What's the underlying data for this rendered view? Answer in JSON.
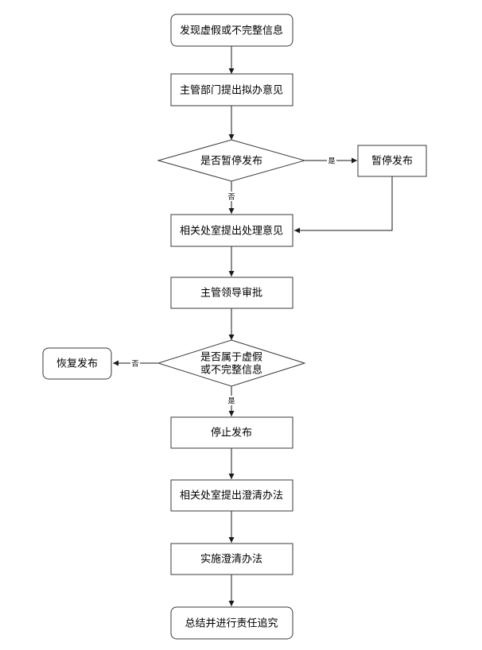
{
  "nodes": {
    "discover": "发现虚假或不完整信息",
    "draft_opinion": "主管部门提出拟办意见",
    "suspend_decision": "是否暂停发布",
    "suspend": "暂停发布",
    "handling_opinion": "相关处室提出处理意见",
    "leader_approval": "主管领导审批",
    "false_decision_line1": "是否属于虚假",
    "false_decision_line2": "或不完整信息",
    "resume": "恢复发布",
    "stop": "停止发布",
    "clarify_method": "相关处室提出澄清办法",
    "implement": "实施澄清办法",
    "summarize": "总结并进行责任追究"
  },
  "edges": {
    "suspend_yes": "是",
    "suspend_no": "否",
    "false_no": "否",
    "false_yes": "是"
  }
}
